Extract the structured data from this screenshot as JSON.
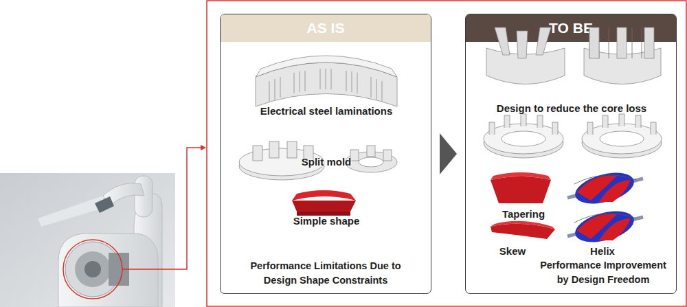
{
  "diagram": {
    "nodes": [
      {
        "text": [
          "AS IS",
          "Performance Limitations Due to Design Shape Constraints"
        ]
      },
      {
        "text": [
          "TO BE",
          "Performance Improvement by Design Freedom"
        ]
      }
    ],
    "edges": [
      {
        "from": 0,
        "to": 1,
        "arrow": "to"
      }
    ],
    "labels": [
      "Electrical steel laminations",
      "Split mold",
      "Simple shape",
      "Design to reduce the core loss",
      "Tapering",
      "Skew",
      "Helix"
    ]
  }
}
